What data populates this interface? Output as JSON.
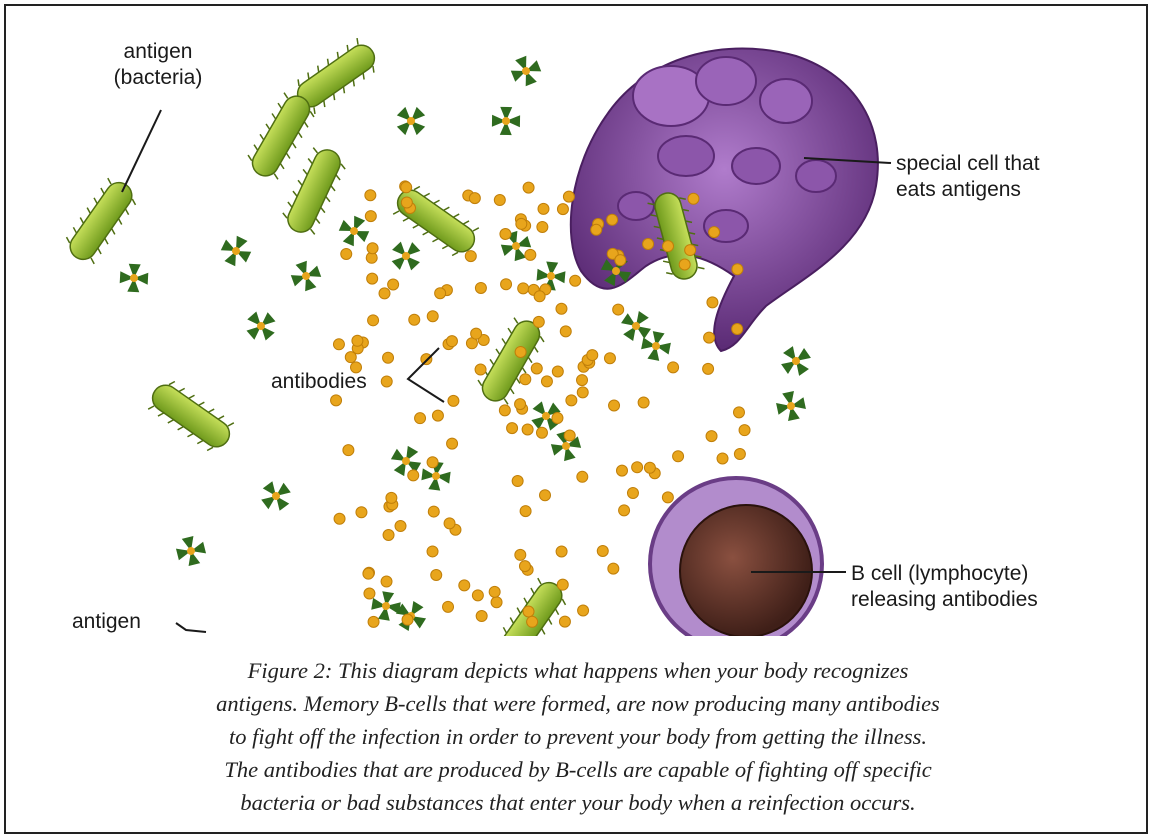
{
  "labels": {
    "antigen_bacteria": [
      "antigen",
      "(bacteria)"
    ],
    "special_cell": [
      "special cell that",
      "eats antigens"
    ],
    "antibodies": "antibodies",
    "b_cell": [
      "B cell (lymphocyte)",
      "releasing antibodies"
    ],
    "antigen_bottom": "antigen"
  },
  "caption": [
    "Figure 2: This diagram depicts what happens when your body recognizes",
    "antigens. Memory B-cells that were formed, are now producing many antibodies",
    "to fight off the infection in order to prevent your body from getting the illness.",
    "The antibodies that are produced by B-cells are capable of fighting off specific",
    "bacteria or bad substances that enter your body when a reinfection occurs."
  ],
  "colors": {
    "bacteria": "#8fb82a",
    "antibody_dot": "#e8a51c",
    "antibody_y": "#2f6b1f",
    "phagocyte": "#7b3f96",
    "b_cell_outer": "#8a5aa8",
    "b_cell_nucleus": "#6b3b2c"
  }
}
